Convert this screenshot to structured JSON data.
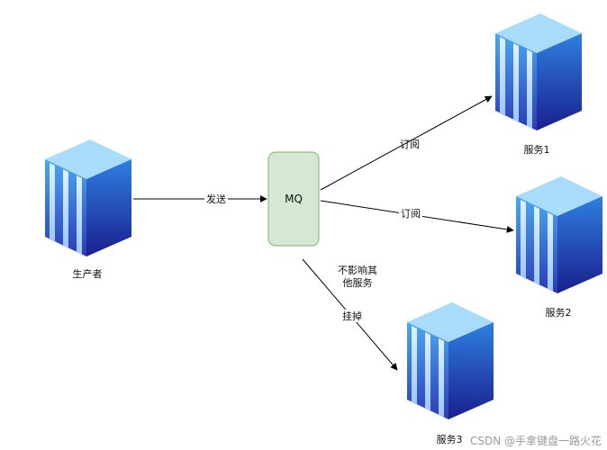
{
  "nodes": {
    "producer": {
      "label": "生产者"
    },
    "mq": {
      "label": "MQ",
      "fill": "#d5e8d4",
      "stroke": "#82b366"
    },
    "service1": {
      "label": "服务1"
    },
    "service2": {
      "label": "服务2"
    },
    "service3": {
      "label": "服务3"
    }
  },
  "edges": {
    "send": {
      "label": "发送"
    },
    "subscribe1": {
      "label": "订阅"
    },
    "subscribe2": {
      "label": "订阅"
    },
    "down": {
      "label": "挂掉"
    },
    "note": {
      "line1": "不影响其",
      "line2": "他服务"
    }
  },
  "colors": {
    "server_top": "#a9dcfb",
    "server_front_top": "#4aa8f0",
    "server_front_bottom": "#2a3ab8",
    "server_side_top": "#2f7fe0",
    "server_side_bottom": "#1a1f8e",
    "arrow": "#000000"
  },
  "icons": {
    "server": "server-icon"
  },
  "watermark": "CSDN @手拿键盘一路火花"
}
